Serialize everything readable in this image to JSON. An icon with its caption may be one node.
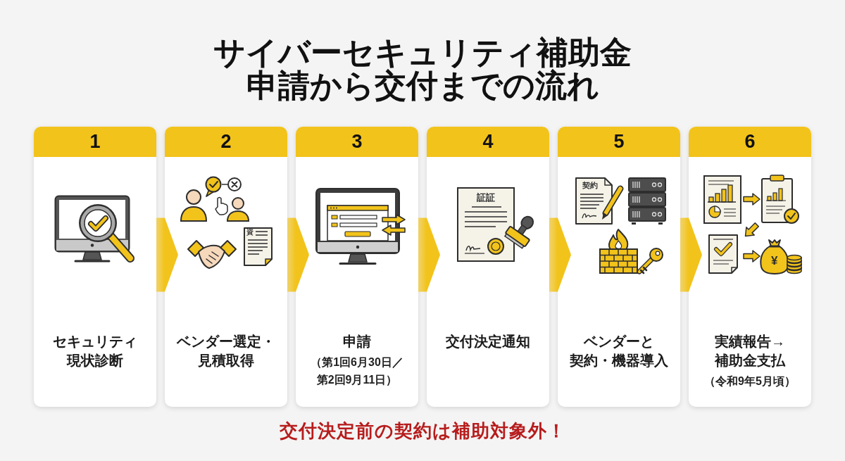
{
  "diagram": {
    "title": "サイバーセキュリティ補助金申請から交付までの流れ",
    "nodes": [
      {
        "text": [
          "1",
          "セキュリティ現状診断"
        ]
      },
      {
        "text": [
          "2",
          "ベンダー選定・見積取得"
        ]
      },
      {
        "text": [
          "3",
          "申請",
          "（第1回6月30日／第2回9月11日）"
        ]
      },
      {
        "text": [
          "4",
          "交付決定通知"
        ]
      },
      {
        "text": [
          "5",
          "ベンダーと契約・機器導入"
        ]
      },
      {
        "text": [
          "6",
          "実績報告→補助金支払",
          "（令和9年5月頃）"
        ]
      }
    ],
    "edges": [
      {
        "from": 0,
        "to": 1,
        "arrow": "to"
      },
      {
        "from": 1,
        "to": 2,
        "arrow": "to"
      },
      {
        "from": 2,
        "to": 3,
        "arrow": "to"
      },
      {
        "from": 3,
        "to": 4,
        "arrow": "to"
      },
      {
        "from": 4,
        "to": 5,
        "arrow": "to"
      }
    ],
    "labels": [
      "資",
      "証証",
      "契約",
      "¥",
      "交付決定前の契約は補助対象外！"
    ]
  }
}
